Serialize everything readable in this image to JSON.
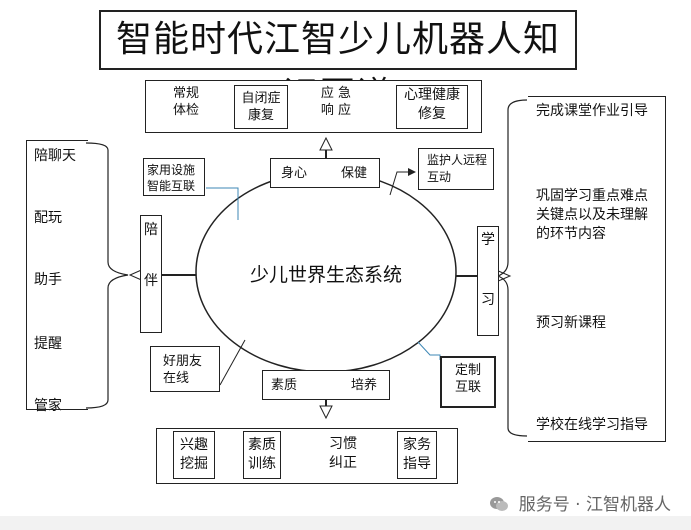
{
  "title": "智能时代江智少儿机器人知识图谱",
  "center": "少儿世界生态系统",
  "top_group": [
    "常规\n体检",
    "自闭症\n康复",
    "应 急\n响 应",
    "心理健康\n修复"
  ],
  "health": {
    "left": "身心",
    "right": "保健"
  },
  "monitor": "监护人远程\n互动",
  "home": "家用设施\n智能互联",
  "companion": "陪\n\n\n伴",
  "left_group": [
    "陪聊天",
    "配玩",
    "助手",
    "提醒",
    "管家"
  ],
  "learn": "学\n\n\n\n习",
  "right_group": [
    "完成课堂作业引导",
    "巩固学习重点难点\n关键点以及未理解\n的环节内容",
    "预习新课程",
    "学校在线学习指导"
  ],
  "friends": "好朋友\n在线",
  "custom": "定制\n互联",
  "quality": {
    "left": "素质",
    "right": "培养"
  },
  "bottom_group": [
    "兴趣\n挖掘",
    "素质\n训练",
    "习惯\n纠正",
    "家务\n指导"
  ],
  "watermark": "服务号 · 江智机器人",
  "colors": {
    "line": "#222222",
    "accent": "#3d87b5"
  }
}
